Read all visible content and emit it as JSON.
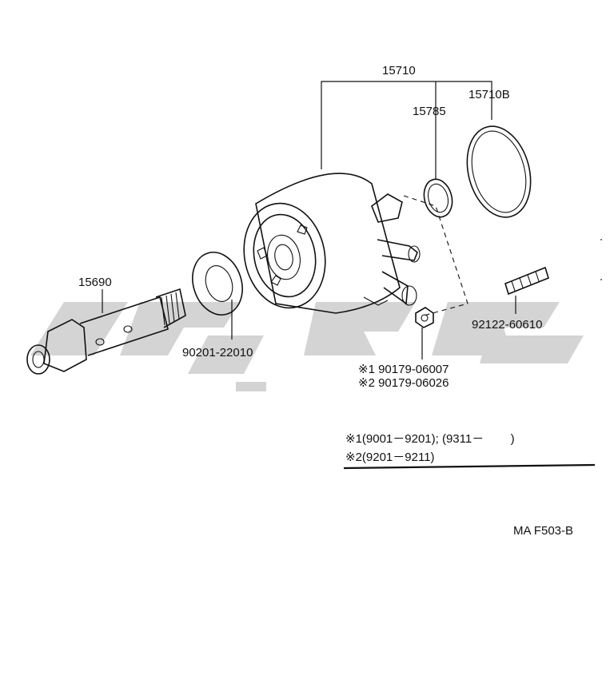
{
  "parts": {
    "cooler_assembly": "15710",
    "o_ring_small": "15785",
    "gasket_large": "15710B",
    "union_bolt": "15690",
    "gasket_washer": "90201-22010",
    "stud_bolt": "92122-60610",
    "nut_1": "※1 90179-06007",
    "nut_2": "※2 90179-06026"
  },
  "notes": {
    "note_1": "※1(9001－9201); (9311－        )",
    "note_2": "※2(9201－9211)"
  },
  "figure_code": "MA F503-B"
}
